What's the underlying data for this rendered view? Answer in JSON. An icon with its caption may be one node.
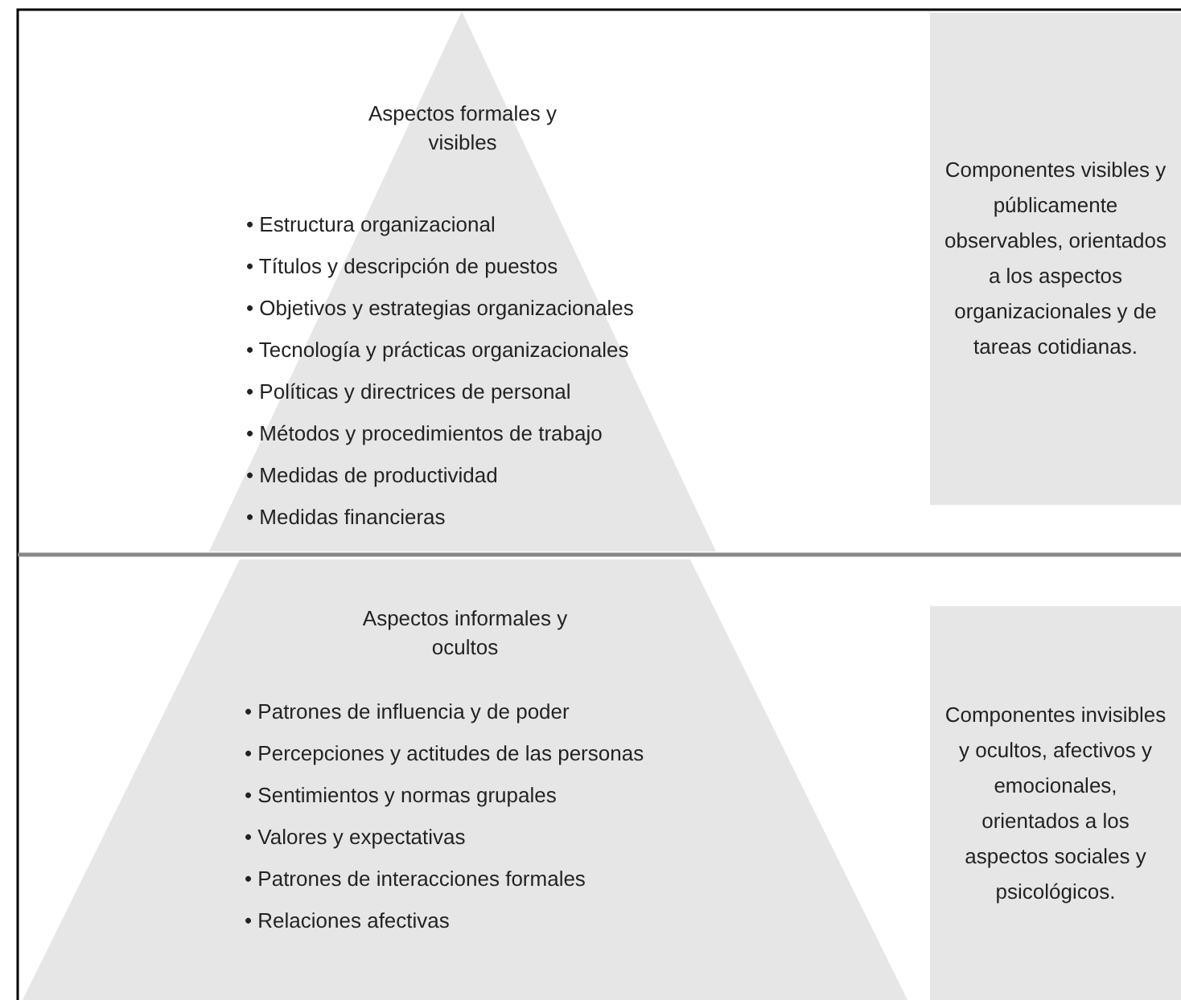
{
  "diagram": {
    "nodes": [
      {
        "text": [
          "Aspectos formales y visibles",
          "• Estructura organizacional",
          "• Títulos y descripción de puestos",
          "• Objetivos y estrategias organizacionales",
          "• Tecnología y prácticas organizacionales",
          "• Políticas y directrices de personal",
          "• Métodos y procedimientos de trabajo",
          "• Medidas de productividad",
          "• Medidas financieras"
        ]
      },
      {
        "text": [
          "Componentes visibles y públicamente observables, orientados a los aspectos organizacionales y de tareas cotidianas."
        ]
      },
      {
        "text": [
          "Aspectos informales y ocultos",
          "• Patrones de influencia y de poder",
          "• Percepciones y actitudes de las personas",
          "• Sentimientos y normas grupales",
          "• Valores y expectativas",
          "• Patrones de interacciones formales",
          "• Relaciones afectivas"
        ]
      },
      {
        "text": [
          "Componentes invisibles y ocultos, afectivos y emocionales, orientados a los aspectos sociales y psicológicos."
        ]
      }
    ],
    "edges": []
  }
}
